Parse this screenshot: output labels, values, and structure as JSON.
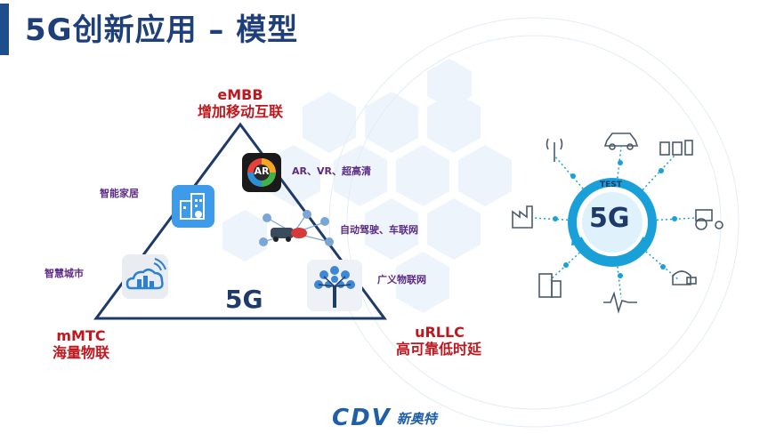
{
  "page": {
    "title": "5G创新应用 – 模型"
  },
  "triangle": {
    "center_label": "5G",
    "top": {
      "en": "eMBB",
      "cn": "增加移动互联"
    },
    "left": {
      "en": "mMTC",
      "cn": "海量物联"
    },
    "right": {
      "en": "uRLLC",
      "cn": "高可靠低时延"
    },
    "left_side_labels": [
      "智能家居",
      "智慧城市"
    ],
    "applications": [
      "AR、VR、超高清",
      "自动驾驶、车联网",
      "广义物联网"
    ],
    "ar_icon_text": "AR"
  },
  "hub": {
    "center_label": "5G",
    "badge": "TEST",
    "icons": [
      "antenna-icon",
      "car-icon",
      "appliances-icon",
      "factory-icon",
      "tractor-icon",
      "building-icon",
      "heartbeat-icon",
      "vr-headset-icon"
    ]
  },
  "footer": {
    "logo_en": "CDV",
    "logo_cn": "新奥特"
  },
  "colors": {
    "title": "#1e3f7a",
    "accent": "#c0161d",
    "purple": "#5b2a86",
    "hub": "#1aa0d8"
  }
}
